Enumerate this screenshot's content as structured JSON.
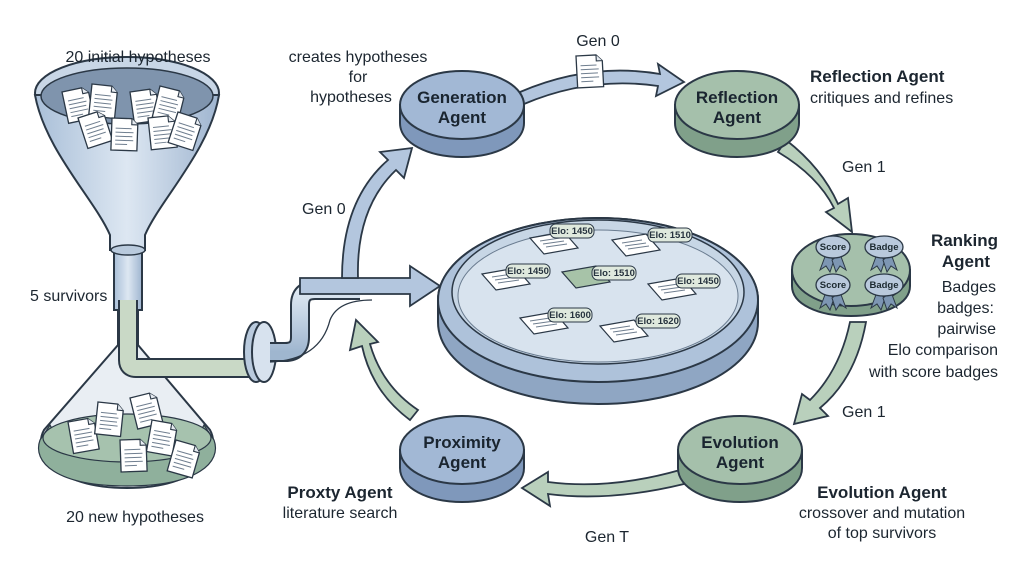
{
  "funnel": {
    "top_label": "20 initial hypotheses",
    "middle_label": "5 survivors",
    "bottom_label": "20 new hypotheses"
  },
  "generation": {
    "title_line1": "Generation",
    "title_line2": "Agent",
    "desc_line1": "creates hypotheses",
    "desc_line2": "for",
    "desc_line3": "hypotheses"
  },
  "reflection": {
    "title_line1": "Reflection",
    "title_line2": "Agent",
    "heading": "Reflection Agent",
    "desc": "critiques and refines"
  },
  "ranking": {
    "heading_line1": "Ranking",
    "heading_line2": "Agent",
    "desc_line1": "Badges",
    "desc_line2": "badges:",
    "desc_line3": "pairwise",
    "desc_line4": "Elo comparison",
    "desc_line5": "with score badges",
    "badges": [
      "Score",
      "Badge",
      "Score",
      "Badge"
    ]
  },
  "evolution": {
    "title_line1": "Evolution",
    "title_line2": "Agent",
    "heading": "Evolution Agent",
    "desc_line1": "crossover and mutation",
    "desc_line2": "of top survivors"
  },
  "proximity": {
    "title_line1": "Proximity",
    "title_line2": "Agent",
    "heading": "Proxty Agent",
    "desc": "literature search"
  },
  "arrows": {
    "gen_to_refl": "Gen 0",
    "refl_to_rank": "Gen 1",
    "rank_to_evo": "Gen 1",
    "evo_to_prox": "Gen T",
    "to_generation": "Gen 0"
  },
  "dish": {
    "elo_tags": [
      "Elo: 1450",
      "Elo: 1510",
      "Elo: 1450",
      "Elo: 1510",
      "Elo: 1450",
      "Elo: 1600",
      "Elo: 1620"
    ]
  },
  "colors": {
    "blue_agent": "#9bb0cf",
    "green_agent": "#9cb7a3",
    "arrow_blue": "#b3c6de",
    "arrow_green": "#b9d0bc",
    "outline": "#2b3846"
  }
}
